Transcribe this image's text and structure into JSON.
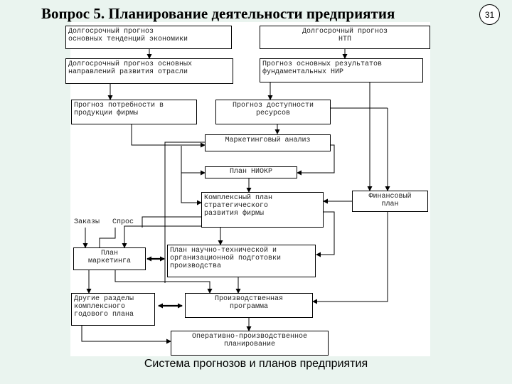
{
  "slide": {
    "title": "Вопрос 5. Планирование деятельности предприятия",
    "page_number": "31",
    "caption": "Система прогнозов и планов предприятия"
  },
  "diagram": {
    "boxes": {
      "econ_forecast": "Долгосрочный прогноз\nосновных тенденций экономики",
      "stp_forecast": "Долгосрочный прогноз\nНТП",
      "industry_forecast": "Долгосрочный прогноз основных\nнаправлений развития отрасли",
      "research_forecast": "Прогноз основных результатов\nфундаментальных НИР",
      "demand_forecast": "Прогноз потребности в\nпродукции фирмы",
      "resource_forecast": "Прогноз доступности\nресурсов",
      "marketing_analysis": "Маркетинговый анализ",
      "niokr_plan": "План НИОКР",
      "strategic_plan": "Комплексный план\nстратегического\nразвития фирмы",
      "financial_plan": "Финансовый\nплан",
      "marketing_plan": "План\nмаркетинга",
      "tech_plan": "План научно-технической и\nорганизационной подготовки\nпроизводства",
      "other_sections": "Другие разделы\nкомплексного\nгодового плана",
      "production_program": "Производственная\nпрограмма",
      "operational_planning": "Оперативно-производственное\nпланирование"
    },
    "inputs": {
      "orders": "Заказы",
      "demand": "Спрос"
    }
  }
}
